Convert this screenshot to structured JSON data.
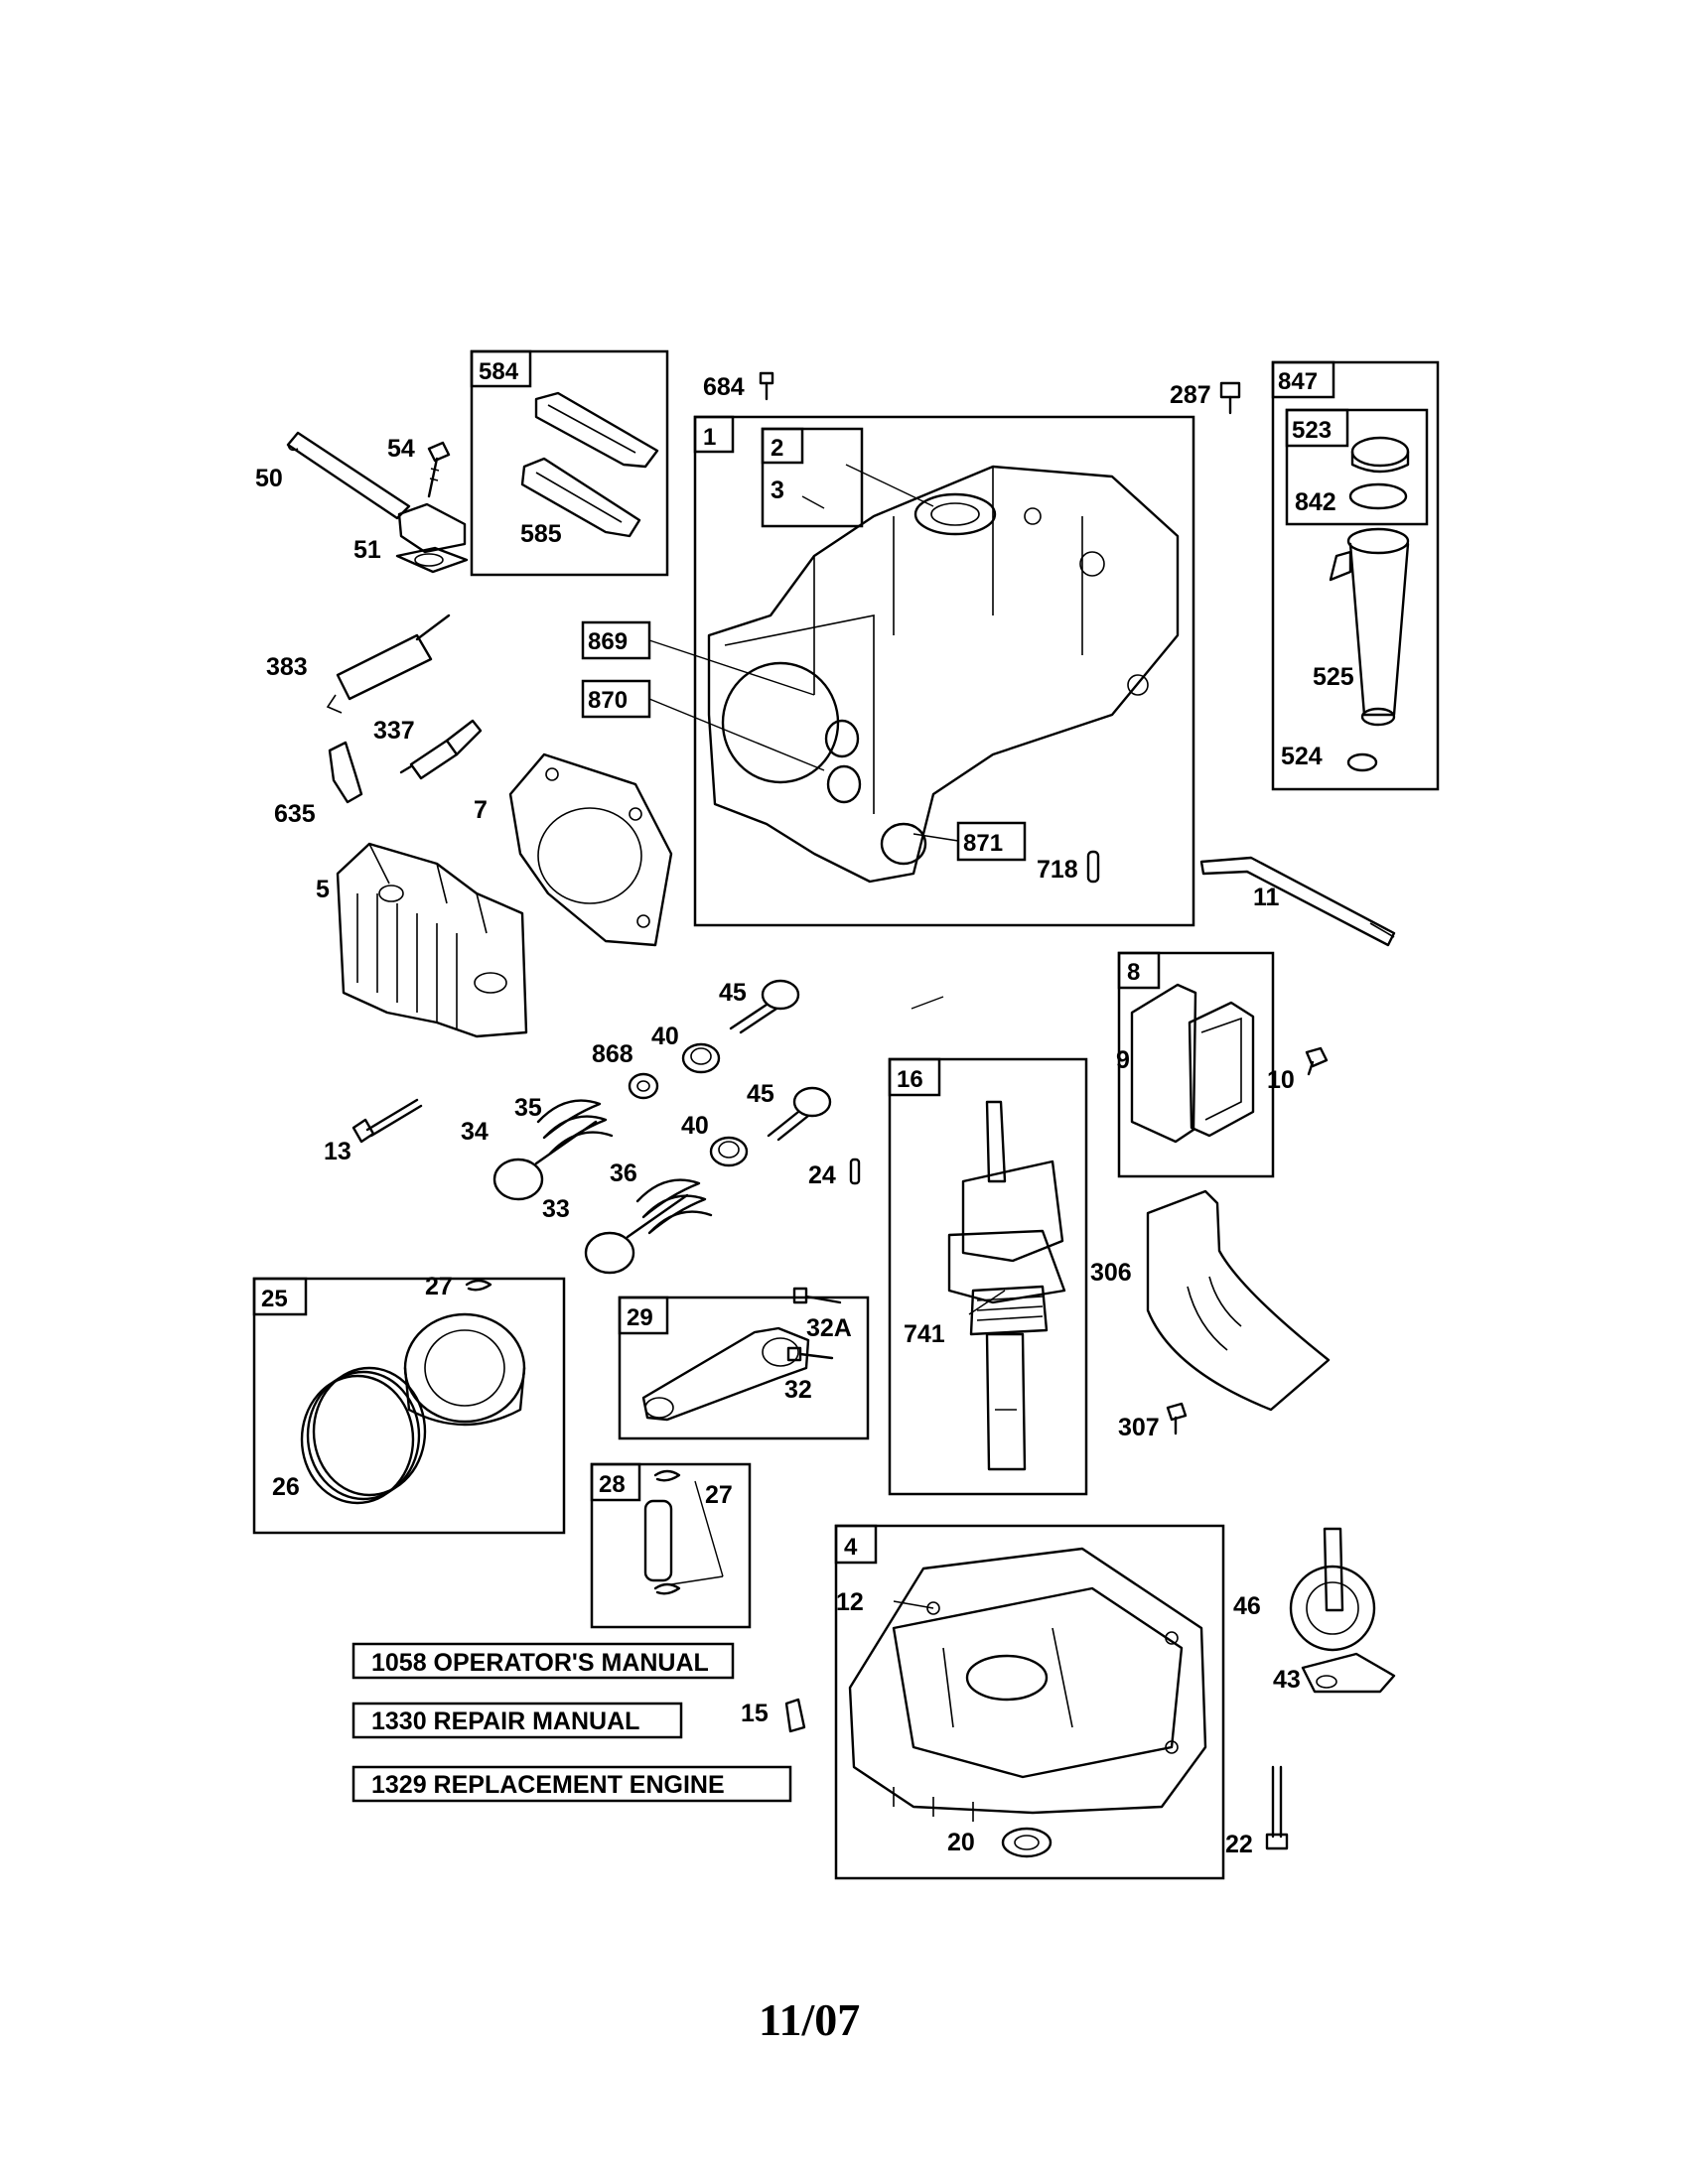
{
  "labels": {
    "l584": "584",
    "l684": "684",
    "l287": "287",
    "l847": "847",
    "l1": "1",
    "l2": "2",
    "l3": "3",
    "l523": "523",
    "l842": "842",
    "l54": "54",
    "l50": "50",
    "l51": "51",
    "l585": "585",
    "l869": "869",
    "l870": "870",
    "l871": "871",
    "l383": "383",
    "l337": "337",
    "l635": "635",
    "l7": "7",
    "l5": "5",
    "l525": "525",
    "l524": "524",
    "l718": "718",
    "l11": "11",
    "l8": "8",
    "l9": "9",
    "l10": "10",
    "l45a": "45",
    "l40a": "40",
    "l868": "868",
    "l45b": "45",
    "l40b": "40",
    "l16": "16",
    "l13": "13",
    "l35": "35",
    "l34": "34",
    "l36": "36",
    "l33": "33",
    "l24": "24",
    "l306": "306",
    "l741": "741",
    "l25": "25",
    "l27a": "27",
    "l29": "29",
    "l32A": "32A",
    "l32": "32",
    "l307": "307",
    "l26": "26",
    "l28": "28",
    "l27b": "27",
    "l4": "4",
    "l12": "12",
    "l46": "46",
    "l43": "43",
    "l15": "15",
    "l20": "20",
    "l22": "22"
  },
  "documents": {
    "operators_manual": "1058 OPERATOR'S MANUAL",
    "repair_manual": "1330 REPAIR MANUAL",
    "replacement_engine": "1329 REPLACEMENT ENGINE"
  },
  "footer": {
    "date": "11/07"
  }
}
